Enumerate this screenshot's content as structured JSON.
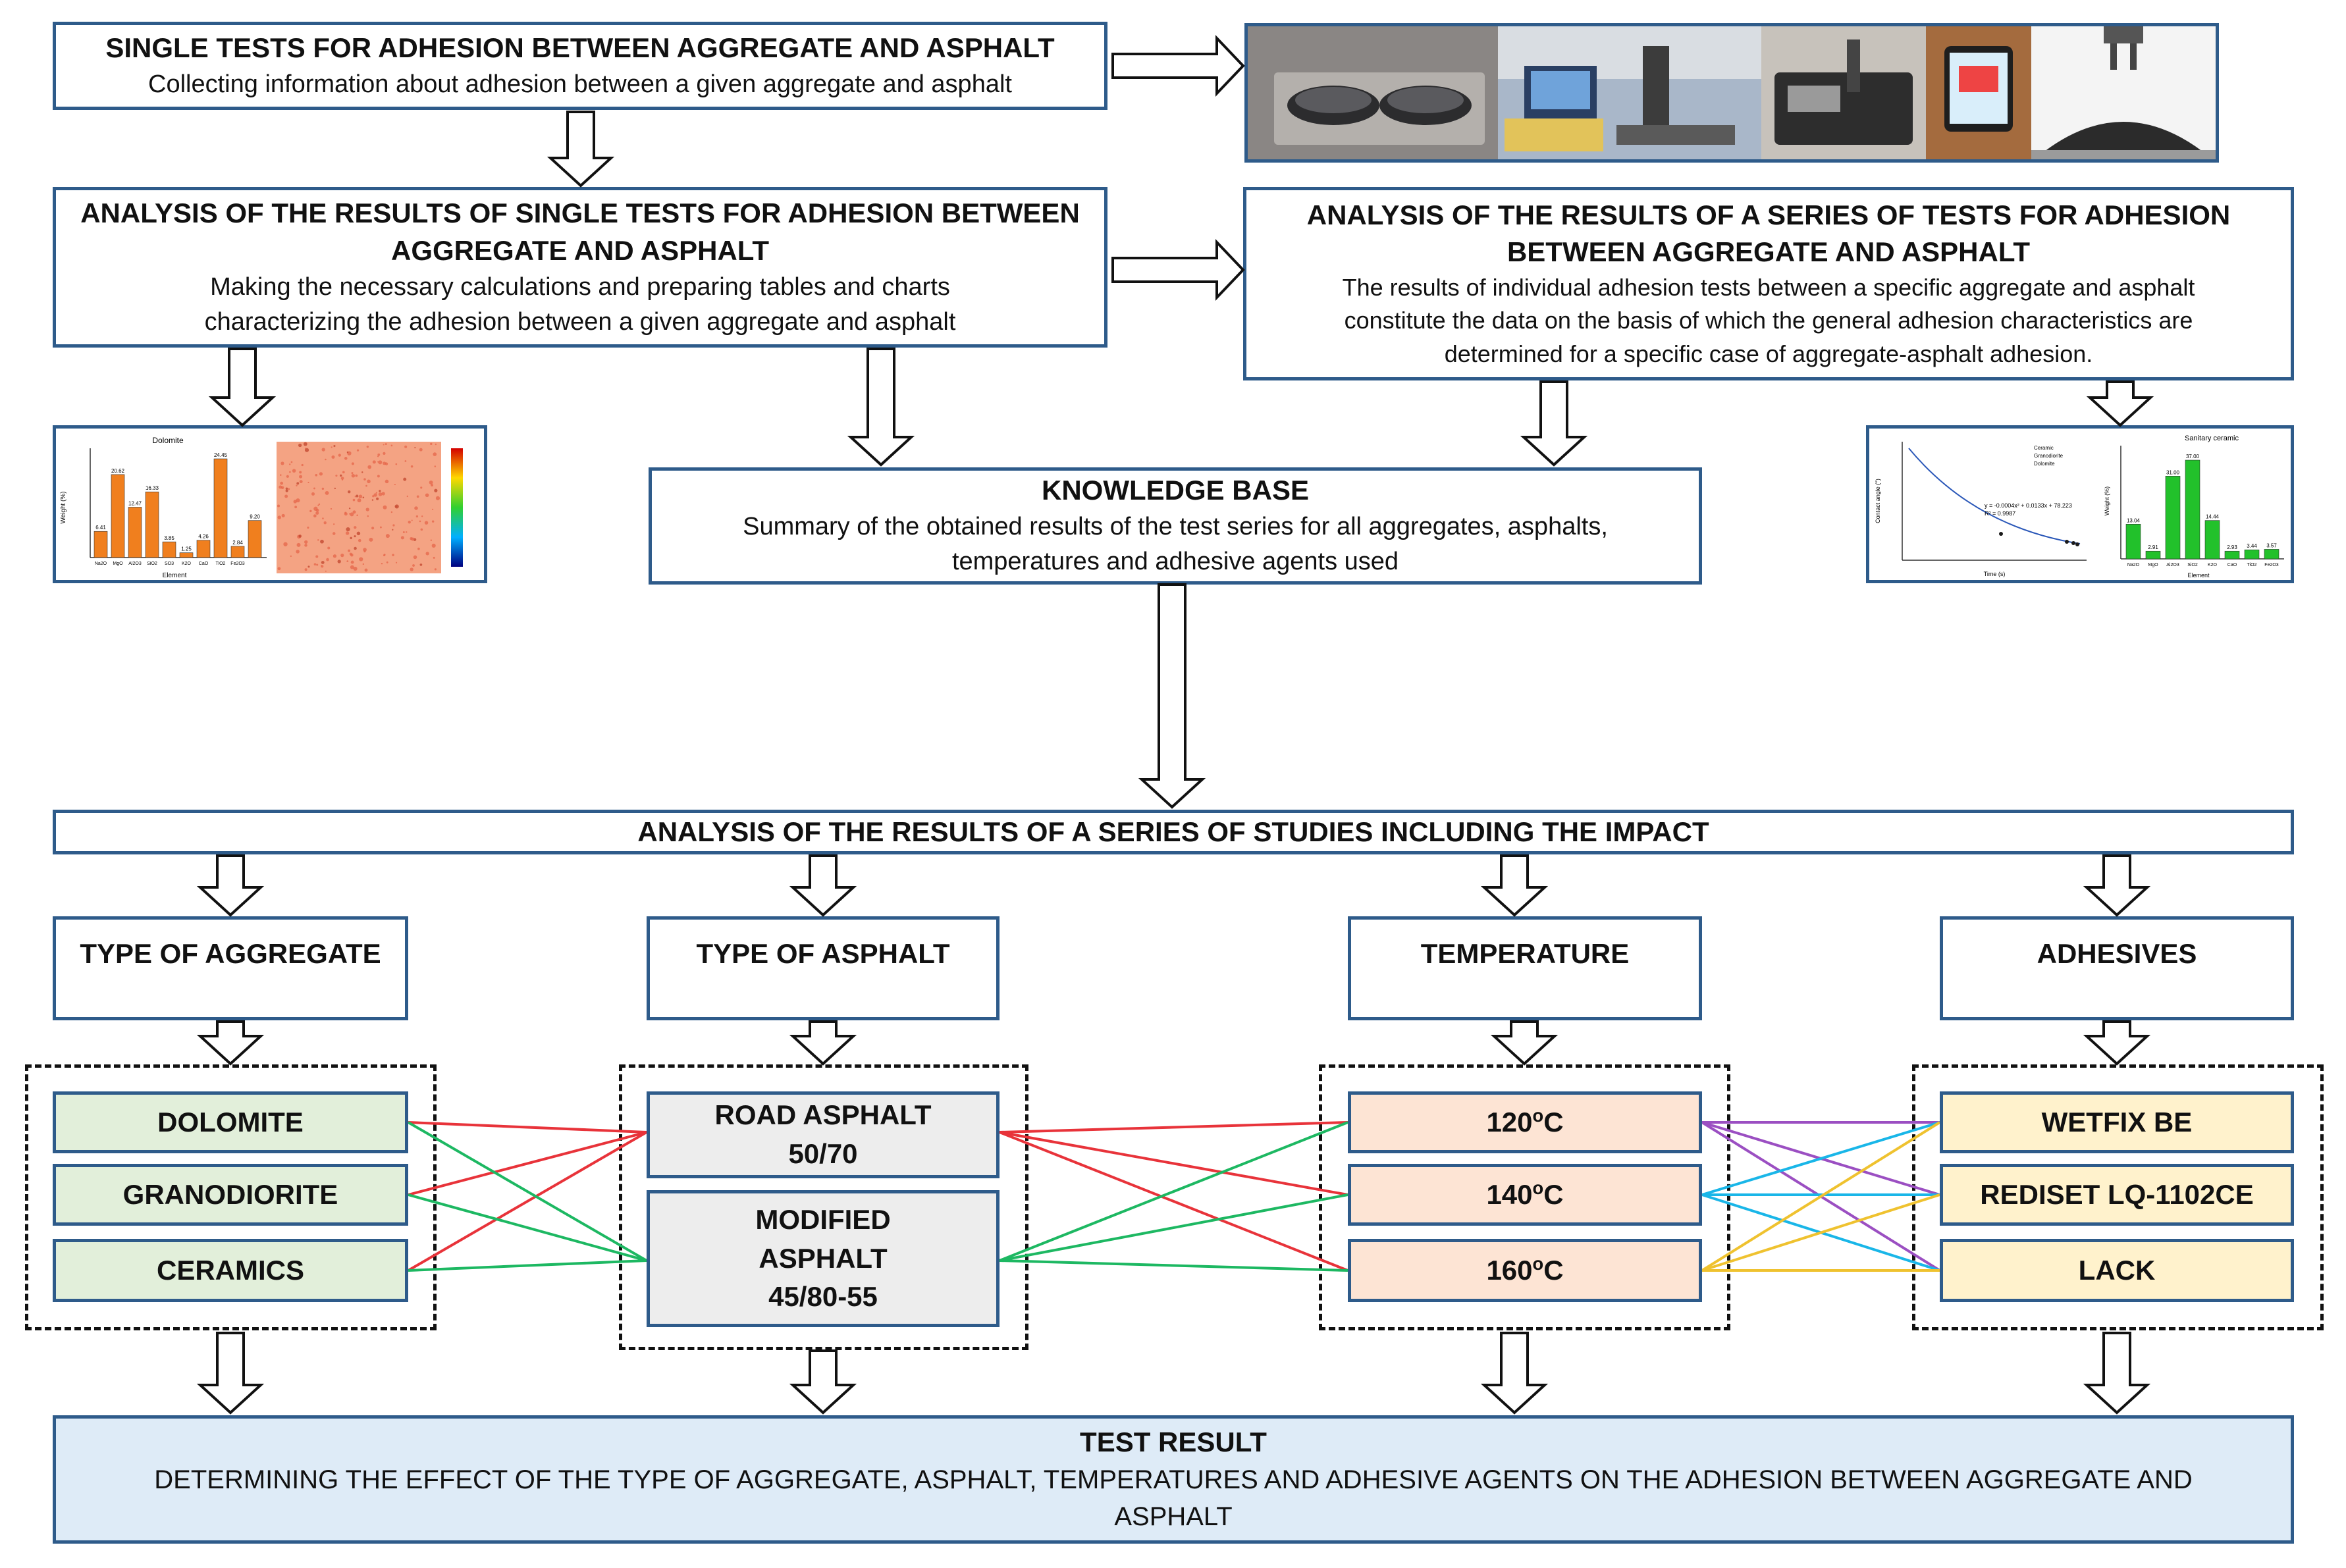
{
  "single_tests": {
    "title": "SINGLE TESTS FOR ADHESION BETWEEN AGGREGATE AND ASPHALT",
    "text": "Collecting information about adhesion between a given aggregate and asphalt"
  },
  "analysis_single": {
    "title_line1": "ANALYSIS OF THE RESULTS OF SINGLE TESTS FOR ADHESION BETWEEN",
    "title_line2": "AGGREGATE AND ASPHALT",
    "text_line1": "Making the necessary calculations and preparing tables and charts",
    "text_line2": "characterizing the adhesion between a given aggregate and asphalt"
  },
  "analysis_series": {
    "title_line1": "ANALYSIS OF THE RESULTS OF A SERIES OF TESTS FOR ADHESION",
    "title_line2": "BETWEEN AGGREGATE AND ASPHALT",
    "text_line1": "The results of individual adhesion tests between a specific aggregate and asphalt",
    "text_line2": "constitute the data on the basis of which the general adhesion characteristics are",
    "text_line3": "determined for a specific case of aggregate-asphalt adhesion."
  },
  "knowledge_base": {
    "title": "KNOWLEDGE BASE",
    "text_line1": "Summary of the obtained results of the test series for all aggregates, asphalts,",
    "text_line2": "temperatures and adhesive agents used"
  },
  "impact": {
    "title": "ANALYSIS OF THE RESULTS OF A SERIES OF STUDIES INCLUDING THE IMPACT"
  },
  "categories": {
    "aggregate": "TYPE OF AGGREGATE",
    "asphalt": "TYPE OF ASPHALT",
    "temperature": "TEMPERATURE",
    "adhesives": "ADHESIVES"
  },
  "aggregates": [
    "DOLOMITE",
    "GRANODIORITE",
    "CERAMICS"
  ],
  "asphalts": {
    "road_line1": "ROAD ASPHALT",
    "road_line2": "50/70",
    "mod_line1": "MODIFIED",
    "mod_line2": "ASPHALT",
    "mod_line3": "45/80-55"
  },
  "temperatures": [
    {
      "value": "120",
      "unit": "o",
      "suffix": "C"
    },
    {
      "value": "140",
      "unit": "o",
      "suffix": "C"
    },
    {
      "value": "160",
      "unit": "o",
      "suffix": "C"
    }
  ],
  "adhesives": [
    "WETFIX BE",
    "REDISET LQ-1102CE",
    "LACK"
  ],
  "test_result": {
    "title": "TEST RESULT",
    "text_line1": "DETERMINING THE EFFECT OF THE TYPE OF AGGREGATE, ASPHALT, TEMPERATURES AND ADHESIVE AGENTS ON THE ADHESION BETWEEN AGGREGATE AND",
    "text_line2": "ASPHALT"
  },
  "thumb_dolomite": {
    "title": "Dolomite",
    "xlabel": "Element",
    "ylabel": "Weight (%)",
    "values": [
      6.5,
      20.6,
      12.5,
      16.3,
      3.9,
      1.2,
      4.3,
      24.5,
      2.8,
      9.2
    ],
    "labels": [
      "6.41",
      "20.62",
      "12.47",
      "16.33",
      "3.85",
      "1.25",
      "4.26",
      "24.45",
      "2.84",
      "9.20"
    ],
    "categories": [
      "Na2O",
      "MgO",
      "Al2O3",
      "SiO2",
      "SO3",
      "K2O",
      "CaO",
      "TiO2",
      "Fe2O3",
      ""
    ],
    "color": "#f07f1e"
  },
  "thumb_ceramic": {
    "title": "Sanitary ceramic",
    "xlabel": "Element",
    "ylabel": "Weight (%)",
    "values": [
      13.0,
      2.9,
      31.0,
      37.0,
      14.4,
      2.9,
      3.4,
      3.6
    ],
    "labels": [
      "13.04",
      "2.91",
      "31.00",
      "37.00",
      "14.44",
      "2.93",
      "3.44",
      "3.57"
    ],
    "categories": [
      "Na2O",
      "MgO",
      "Al2O3",
      "SiO2",
      "K2O",
      "CaO",
      "TiO2",
      "Fe2O3"
    ],
    "color": "#22c12b"
  },
  "thumb_curve": {
    "equation": "y = -0.0004x² + 0.0133x + 78.223",
    "r2": "R² = 0.9987",
    "legend": [
      "Ceramic",
      "Granodiorite",
      "Dolomite"
    ],
    "xlabel": "Time (s)",
    "ylabel": "Contact angle (°)"
  },
  "colors": {
    "border": "#2e5b8a",
    "red": "#e8333a",
    "green": "#1db862",
    "purple": "#9b4fc2",
    "cyan": "#19b6e8",
    "gold": "#efc22f"
  }
}
